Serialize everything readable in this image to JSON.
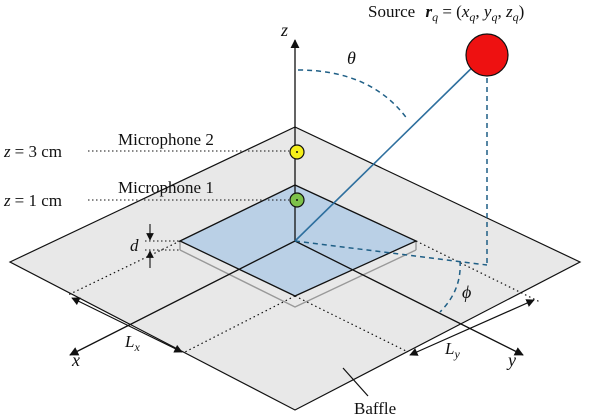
{
  "colors": {
    "baffle_fill": "#e8e8e8",
    "plate_fill": "#bad0e6",
    "source_fill": "#ee1111",
    "mic2_fill": "#f5ef1a",
    "mic1_fill": "#7ec14a",
    "dashed_blue": "#1f5f86",
    "source_ray": "#2e6f9e"
  },
  "labels": {
    "z_axis": "z",
    "x_axis": "x",
    "y_axis": "y",
    "theta": "θ",
    "phi": "ϕ",
    "source": "Source",
    "r_sub": "q",
    "source_tail_1": " = (",
    "x_sym": "x",
    "comma_1": ", ",
    "y_sym": "y",
    "comma_2": ", ",
    "z_sym": "z",
    "close_paren": ")",
    "mic2_name": "Microphone 2",
    "mic1_name": "Microphone 1",
    "mic2_height": "= 3 cm",
    "mic1_height": "= 1 cm",
    "d": "d",
    "L_sym": "L",
    "Lx_sub": "x",
    "Ly_sub": "y",
    "baffle": "Baffle"
  }
}
